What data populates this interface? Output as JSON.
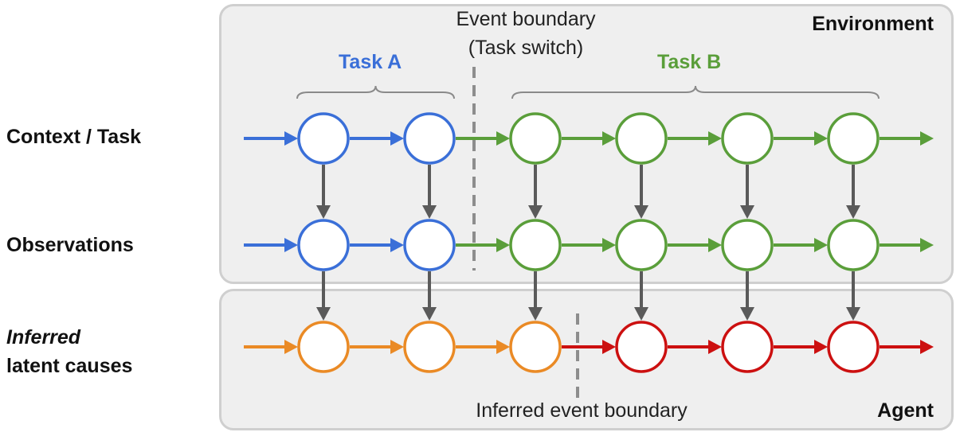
{
  "labels": {
    "environment": "Environment",
    "agent": "Agent",
    "event_boundary_line1": "Event boundary",
    "event_boundary_line2": "(Task switch)",
    "task_a": "Task A",
    "task_b": "Task B",
    "row_context": "Context / Task",
    "row_observations": "Observations",
    "row_inferred_italic": "Inferred",
    "row_inferred_rest": "latent causes",
    "inferred_boundary": "Inferred event boundary"
  },
  "colors": {
    "blue": "#3a6fd8",
    "green": "#5a9e3a",
    "orange": "#ea8a25",
    "red": "#cc1010",
    "gray_arrow": "#5a5a5a",
    "panel_bg": "#efefef",
    "panel_border": "#cfcfcf"
  },
  "rows": [
    {
      "id": "context",
      "node_colors": [
        "blue",
        "blue",
        "green",
        "green",
        "green",
        "green"
      ],
      "in_arrow": "blue",
      "out_arrow": "green"
    },
    {
      "id": "observations",
      "node_colors": [
        "blue",
        "blue",
        "green",
        "green",
        "green",
        "green"
      ],
      "in_arrow": "blue",
      "out_arrow": "green"
    },
    {
      "id": "inferred",
      "node_colors": [
        "orange",
        "orange",
        "orange",
        "red",
        "red",
        "red"
      ],
      "in_arrow": "orange",
      "out_arrow": "red"
    }
  ]
}
